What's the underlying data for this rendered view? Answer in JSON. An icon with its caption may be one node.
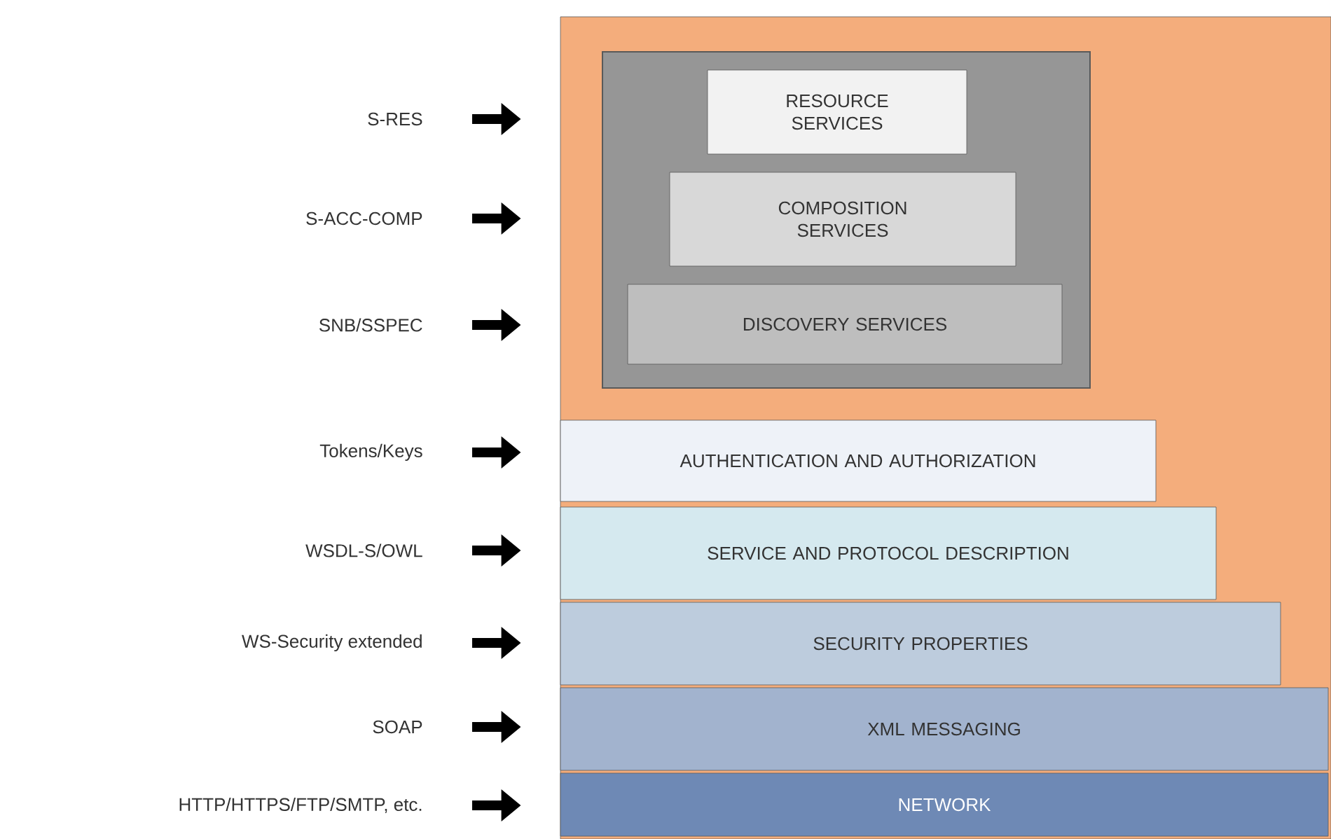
{
  "diagram": {
    "nodes": [
      {
        "text": [],
        "shape": "box"
      },
      {
        "text": [],
        "shape": "box",
        "in": 0
      },
      {
        "text": [
          "RESOURCE SERVICES"
        ],
        "in": 1
      },
      {
        "text": [
          "COMPOSITION SERVICES"
        ],
        "in": 1
      },
      {
        "text": [
          "DISCOVERY SERVICES"
        ],
        "in": 1
      },
      {
        "text": [
          "AUTHENTICATION AND AUTHORIZATION"
        ],
        "in": 0
      },
      {
        "text": [
          "SERVICE AND PROTOCOL DESCRIPTION"
        ],
        "in": 0
      },
      {
        "text": [
          "SECURITY PROPERTIES"
        ],
        "in": 0
      },
      {
        "text": [
          "XML MESSAGING"
        ],
        "in": 0
      },
      {
        "text": [
          "NETWORK"
        ],
        "in": 0
      },
      {
        "text": [
          "S-RES"
        ]
      },
      {
        "text": [
          "S-ACC-COMP"
        ]
      },
      {
        "text": [
          "SNB/SSPEC"
        ]
      },
      {
        "text": [
          "Tokens/Keys"
        ]
      },
      {
        "text": [
          "WSDL-S/OWL"
        ]
      },
      {
        "text": [
          "WS-Security extended"
        ]
      },
      {
        "text": [
          "SOAP"
        ]
      },
      {
        "text": [
          "HTTP/HTTPS/FTP/SMTP, etc."
        ]
      }
    ],
    "edges": [
      {
        "from": 10,
        "to": 0,
        "arrow": "to"
      },
      {
        "from": 11,
        "to": 0,
        "arrow": "to"
      },
      {
        "from": 12,
        "to": 0,
        "arrow": "to"
      },
      {
        "from": 13,
        "to": 5,
        "arrow": "to"
      },
      {
        "from": 14,
        "to": 6,
        "arrow": "to"
      },
      {
        "from": 15,
        "to": 7,
        "arrow": "to"
      },
      {
        "from": 16,
        "to": 8,
        "arrow": "to"
      },
      {
        "from": 17,
        "to": 9,
        "arrow": "to"
      }
    ]
  }
}
